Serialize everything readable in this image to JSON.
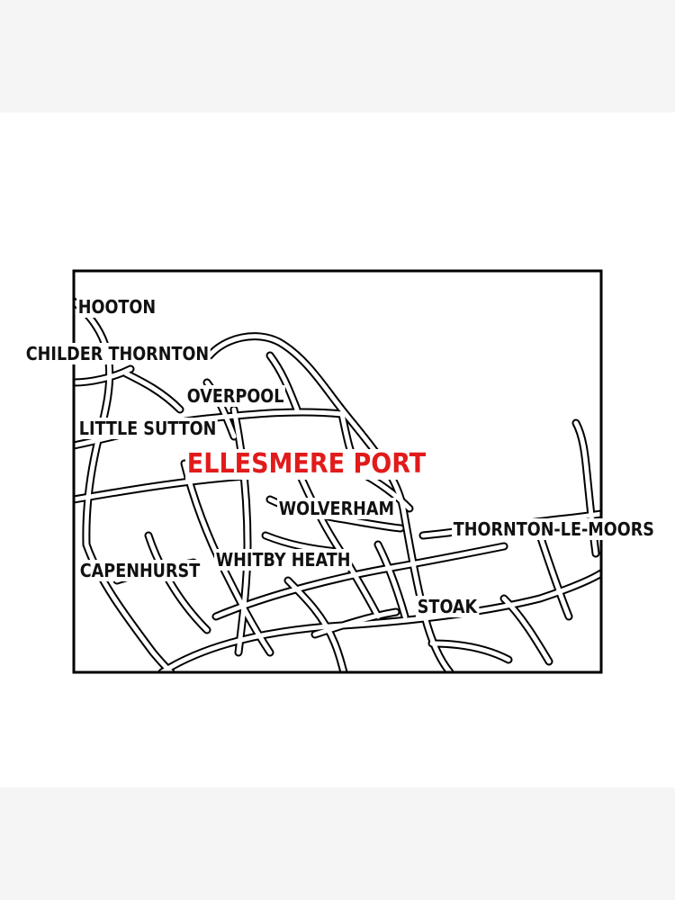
{
  "map": {
    "title": "ELLESMERE PORT",
    "title_color": "#e11b1b",
    "label_color": "#111111",
    "road_color": "#000000",
    "frame_color": "#000000",
    "background_color": "#ffffff",
    "places": {
      "hooton": "HOOTON",
      "childer_thornton": "CHILDER THORNTON",
      "overpool": "OVERPOOL",
      "little_sutton": "LITTLE SUTTON",
      "wolverham": "WOLVERHAM",
      "thornton_le_moors": "THORNTON-LE-MOORS",
      "capenhurst": "CAPENHURST",
      "whitby_heath": "WHITBY HEATH",
      "stoak": "STOAK"
    }
  }
}
